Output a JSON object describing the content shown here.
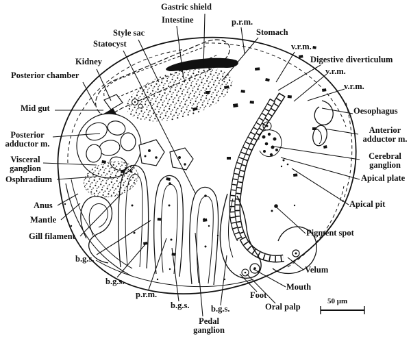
{
  "figure": {
    "type": "anatomical line diagram of a bivalve pediveliger larva",
    "scale_bar": {
      "label": "50 μm"
    },
    "labels": {
      "gastric_shield": "Gastric shield",
      "intestine": "Intestine",
      "prm_top": "p.r.m.",
      "stomach": "Stomach",
      "vrm_1": "v.r.m.",
      "digestive_diverticulum": "Digestive diverticulum",
      "vrm_2": "v.r.m.",
      "vrm_3": "v.r.m.",
      "oesophagus": "Oesophagus",
      "anterior_adductor": "Anterior adductor m.",
      "cerebral_ganglion": "Cerebral ganglion",
      "apical_plate": "Apical plate",
      "apical_pit": "Apical pit",
      "pigment_spot": "Pigment spot",
      "velum": "Velum",
      "mouth": "Mouth",
      "foot": "Foot",
      "oral_palp": "Oral palp",
      "bgs_right": "b.g.s.",
      "pedal_ganglion": "Pedal ganglion",
      "bgs_mid": "b.g.s.",
      "prm_bottom": "p.r.m.",
      "bgs_left": "b.g.s.",
      "bgs_far_left": "b.g.s.",
      "gill_filament": "Gill filament",
      "mantle": "Mantle",
      "anus": "Anus",
      "osphradium": "Osphradium",
      "visceral_ganglion": "Visceral ganglion",
      "posterior_adductor": "Posterior adductor m.",
      "mid_gut": "Mid gut",
      "posterior_chamber": "Posterior chamber",
      "kidney": "Kidney",
      "statocyst": "Statocyst",
      "style_sac": "Style sac"
    }
  }
}
